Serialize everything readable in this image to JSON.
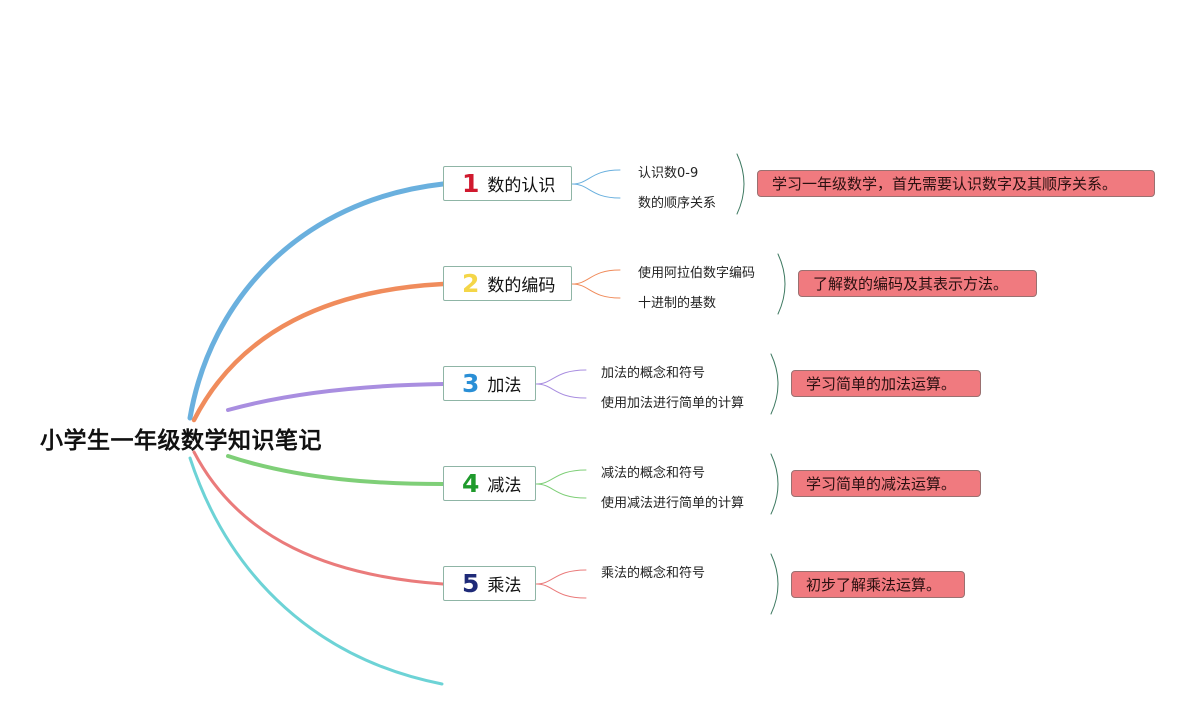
{
  "root": {
    "title": "小学生一年级数学知识笔记"
  },
  "topics": [
    {
      "num": "1",
      "label": "数的认识",
      "color": "#6ab0de",
      "num_color": "#d0192e",
      "subs": [
        "认识数0-9",
        "数的顺序关系"
      ],
      "summary": "学习一年级数学，首先需要认识数字及其顺序关系。"
    },
    {
      "num": "2",
      "label": "数的编码",
      "color": "#f08c5c",
      "num_color": "#f4d648",
      "subs": [
        "使用阿拉伯数字编码",
        "十进制的基数"
      ],
      "summary": "了解数的编码及其表示方法。"
    },
    {
      "num": "3",
      "label": "加法",
      "color": "#a98ee0",
      "num_color": "#2a8fd6",
      "subs": [
        "加法的概念和符号",
        "使用加法进行简单的计算"
      ],
      "summary": "学习简单的加法运算。"
    },
    {
      "num": "4",
      "label": "减法",
      "color": "#7fcf78",
      "num_color": "#1f9a2c",
      "subs": [
        "减法的概念和符号",
        "使用减法进行简单的计算"
      ],
      "summary": "学习简单的减法运算。"
    },
    {
      "num": "5",
      "label": "乘法",
      "color": "#ea7b7b",
      "num_color": "#1e2a78",
      "subs": [
        "乘法的概念和符号",
        ""
      ],
      "summary": "初步了解乘法运算。"
    }
  ],
  "extra_branch_color": "#6dd3d6",
  "bracket_color": "#3f7a62",
  "summary_fill": "#f07a7f"
}
